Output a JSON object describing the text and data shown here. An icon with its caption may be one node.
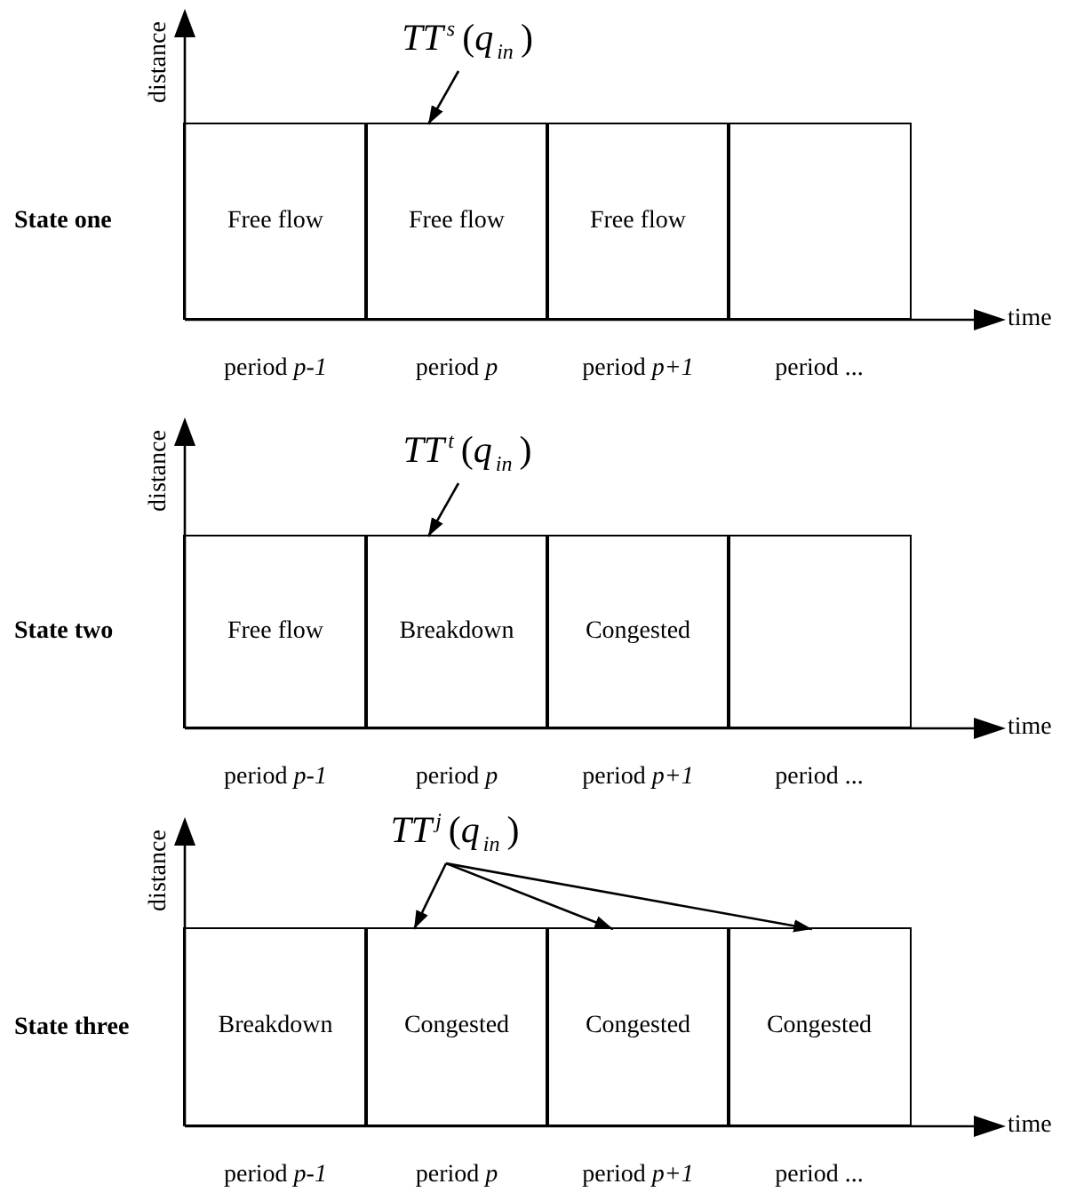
{
  "diagram": {
    "nodes": [
      {
        "text": [
          "*TT*$^{s}$(*q*$_{in}$)"
        ]
      },
      {
        "text": [
          "Free flow"
        ]
      },
      {
        "text": [
          "Free flow"
        ]
      },
      {
        "text": [
          "Free flow"
        ]
      },
      {
        "text": [],
        "shape": "box"
      },
      {
        "text": [
          "*TT*$^{t}$(*q*$_{in}$)"
        ]
      },
      {
        "text": [
          "Free flow"
        ]
      },
      {
        "text": [
          "Breakdown"
        ]
      },
      {
        "text": [
          "Congested"
        ]
      },
      {
        "text": [],
        "shape": "box"
      },
      {
        "text": [
          "*TT*$^{j}$(*q*$_{in}$)"
        ]
      },
      {
        "text": [
          "Breakdown"
        ]
      },
      {
        "text": [
          "Congested"
        ]
      },
      {
        "text": [
          "Congested"
        ]
      },
      {
        "text": [
          "Congested"
        ]
      }
    ],
    "edges": [
      {
        "from": 0,
        "to": 2,
        "arrow": "to"
      },
      {
        "from": 5,
        "to": 7,
        "arrow": "to"
      },
      {
        "from": 10,
        "to": 12,
        "arrow": "to"
      },
      {
        "from": 10,
        "to": 13,
        "arrow": "to"
      },
      {
        "from": 10,
        "to": 14,
        "arrow": "to"
      }
    ],
    "labels": [
      "distance",
      "State one",
      "time",
      "period *p-1*",
      "period *p*",
      "period *p+1*",
      "period ...",
      "distance",
      "State two",
      "time",
      "period *p-1*",
      "period *p*",
      "period *p+1*",
      "period ...",
      "distance",
      "State three",
      "time",
      "period *p-1*",
      "period *p*",
      "period *p+1*",
      "period ..."
    ]
  }
}
